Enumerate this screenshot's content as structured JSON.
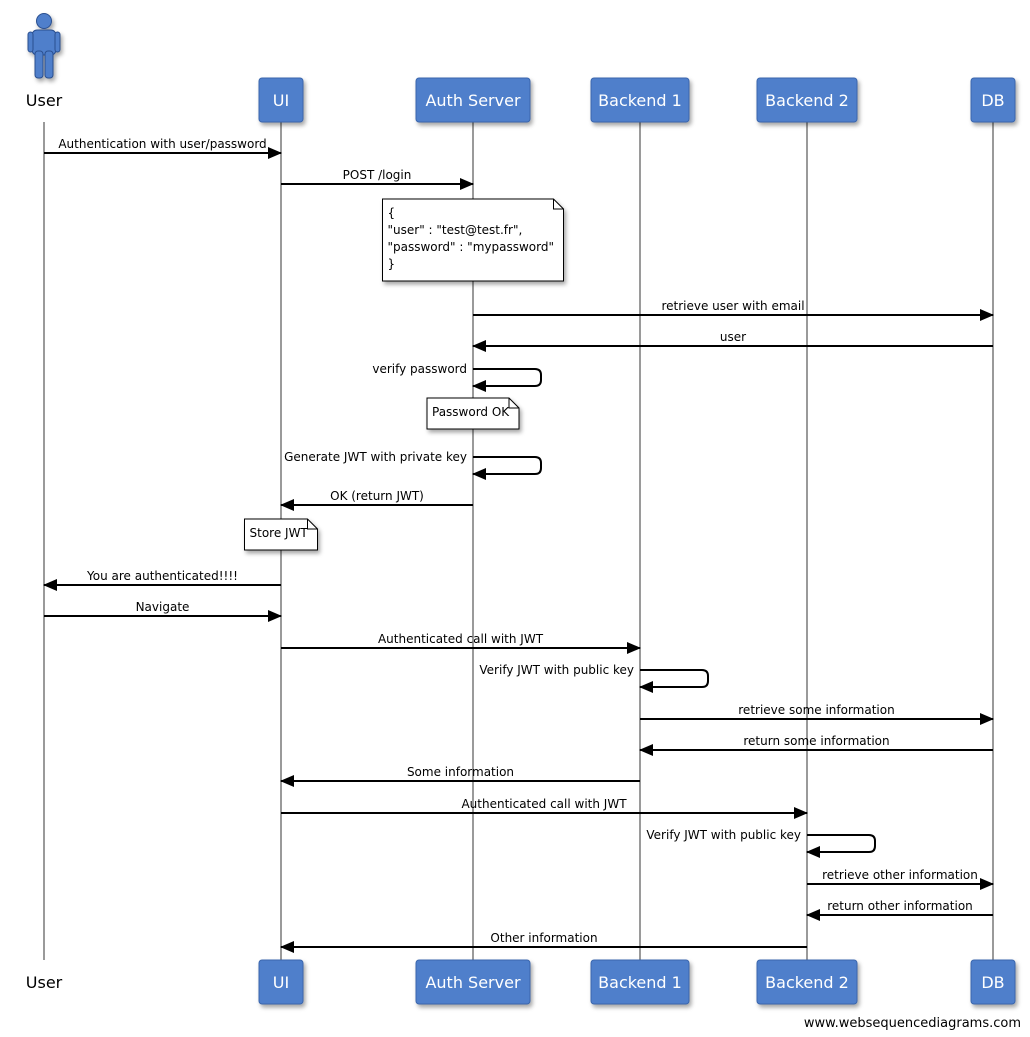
{
  "participants": [
    {
      "id": "user",
      "label": "User",
      "actor": true
    },
    {
      "id": "ui",
      "label": "UI"
    },
    {
      "id": "auth",
      "label": "Auth Server"
    },
    {
      "id": "b1",
      "label": "Backend 1"
    },
    {
      "id": "b2",
      "label": "Backend 2"
    },
    {
      "id": "db",
      "label": "DB"
    }
  ],
  "steps": [
    {
      "type": "msg",
      "from": "user",
      "to": "ui",
      "label": "Authentication with user/password"
    },
    {
      "type": "msg",
      "from": "ui",
      "to": "auth",
      "label": "POST /login"
    },
    {
      "type": "note",
      "over": "auth",
      "lines": [
        "{",
        "\"user\" : \"test@test.fr\",",
        "\"password\" : \"mypassword\"",
        "}"
      ]
    },
    {
      "type": "msg",
      "from": "auth",
      "to": "db",
      "label": "retrieve user with email"
    },
    {
      "type": "msg",
      "from": "db",
      "to": "auth",
      "label": "user"
    },
    {
      "type": "self",
      "on": "auth",
      "label": "verify password"
    },
    {
      "type": "note",
      "over": "auth",
      "lines": [
        "Password OK"
      ]
    },
    {
      "type": "self",
      "on": "auth",
      "label": "Generate JWT with private key"
    },
    {
      "type": "msg",
      "from": "auth",
      "to": "ui",
      "label": "OK (return JWT)"
    },
    {
      "type": "note",
      "over": "ui",
      "lines": [
        "Store JWT"
      ]
    },
    {
      "type": "msg",
      "from": "ui",
      "to": "user",
      "label": "You are authenticated!!!!"
    },
    {
      "type": "msg",
      "from": "user",
      "to": "ui",
      "label": "Navigate"
    },
    {
      "type": "msg",
      "from": "ui",
      "to": "b1",
      "label": "Authenticated call with JWT"
    },
    {
      "type": "self",
      "on": "b1",
      "label": "Verify JWT with public key"
    },
    {
      "type": "msg",
      "from": "b1",
      "to": "db",
      "label": "retrieve some information"
    },
    {
      "type": "msg",
      "from": "db",
      "to": "b1",
      "label": "return some information"
    },
    {
      "type": "msg",
      "from": "b1",
      "to": "ui",
      "label": "Some information"
    },
    {
      "type": "msg",
      "from": "ui",
      "to": "b2",
      "label": "Authenticated call with JWT"
    },
    {
      "type": "self",
      "on": "b2",
      "label": "Verify JWT with public key"
    },
    {
      "type": "msg",
      "from": "b2",
      "to": "db",
      "label": "retrieve other information"
    },
    {
      "type": "msg",
      "from": "db",
      "to": "b2",
      "label": "return other information"
    },
    {
      "type": "msg",
      "from": "b2",
      "to": "ui",
      "label": "Other information"
    }
  ],
  "footer": "www.websequencediagrams.com",
  "colors": {
    "participant_fill": "#4f7fcb",
    "participant_border": "#3a66ad",
    "lifeline": "#9a9a9a",
    "arrow": "#000000",
    "note_fill": "#ffffff",
    "actor_fill": "#4f7fcb"
  }
}
